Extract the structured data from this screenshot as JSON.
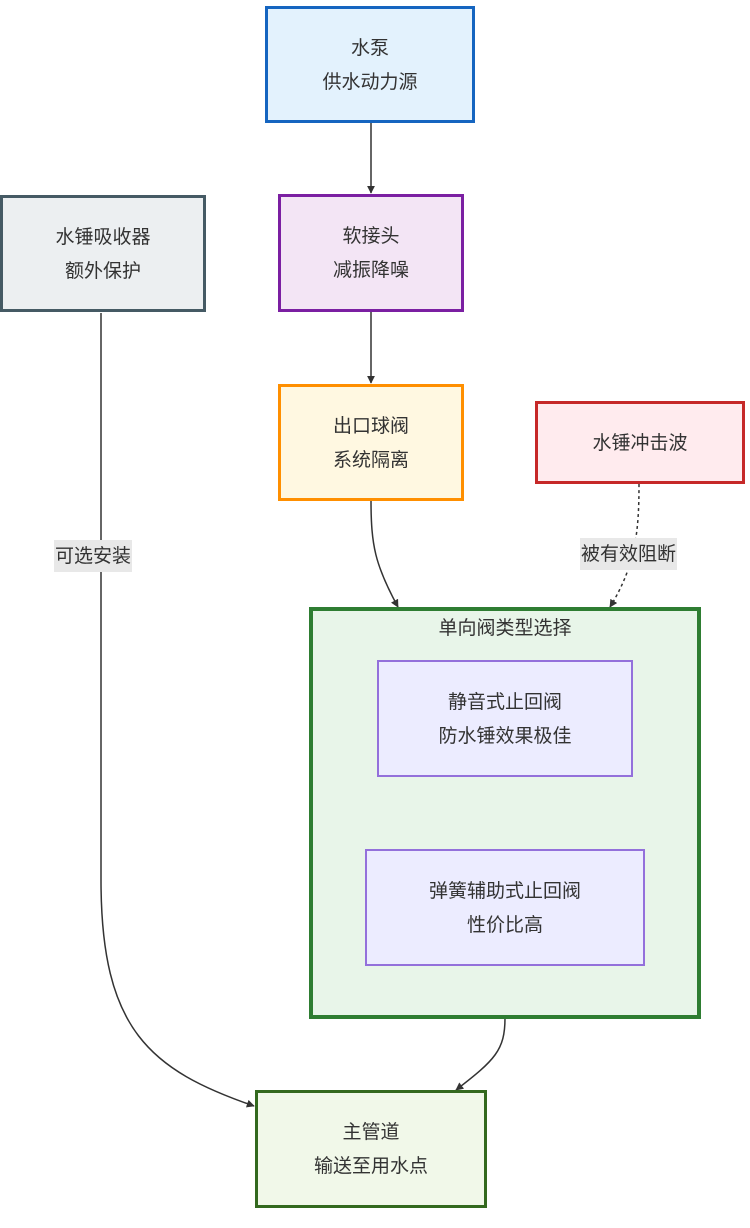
{
  "diagram": {
    "type": "flowchart",
    "nodes": {
      "pump": {
        "line1": "水泵",
        "line2": "供水动力源",
        "fill": "#e3f2fd",
        "stroke": "#1565c0"
      },
      "absorber": {
        "line1": "水锤吸收器",
        "line2": "额外保护",
        "fill": "#eceff1",
        "stroke": "#455a64"
      },
      "soft_joint": {
        "line1": "软接头",
        "line2": "减振降噪",
        "fill": "#f3e5f5",
        "stroke": "#7b1fa2"
      },
      "ball_valve": {
        "line1": "出口球阀",
        "line2": "系统隔离",
        "fill": "#fff8e1",
        "stroke": "#ff8f00"
      },
      "water_hammer": {
        "line1": "水锤冲击波",
        "fill": "#ffebee",
        "stroke": "#c62828"
      },
      "silent_check": {
        "line1": "静音式止回阀",
        "line2": "防水锤效果极佳",
        "fill": "#ececff",
        "stroke": "#9370db"
      },
      "spring_check": {
        "line1": "弹簧辅助式止回阀",
        "line2": "性价比高",
        "fill": "#ececff",
        "stroke": "#9370db"
      },
      "main_pipe": {
        "line1": "主管道",
        "line2": "输送至用水点",
        "fill": "#f1f8e9",
        "stroke": "#33691e"
      }
    },
    "cluster": {
      "title": "单向阀类型选择",
      "fill": "#e8f5e9",
      "stroke": "#2e7d32"
    },
    "edge_labels": {
      "optional_install": "可选安装",
      "effectively_blocked": "被有效阻断"
    },
    "edges": [
      {
        "from": "pump",
        "to": "soft_joint",
        "style": "solid"
      },
      {
        "from": "soft_joint",
        "to": "ball_valve",
        "style": "solid"
      },
      {
        "from": "ball_valve",
        "to": "cluster",
        "style": "solid"
      },
      {
        "from": "water_hammer",
        "to": "cluster",
        "style": "dotted",
        "label": "被有效阻断"
      },
      {
        "from": "absorber",
        "to": "main_pipe",
        "style": "solid",
        "label": "可选安装"
      },
      {
        "from": "cluster",
        "to": "main_pipe",
        "style": "solid"
      }
    ],
    "edge_color": "#333333",
    "label_background": "#e8e8e8"
  }
}
